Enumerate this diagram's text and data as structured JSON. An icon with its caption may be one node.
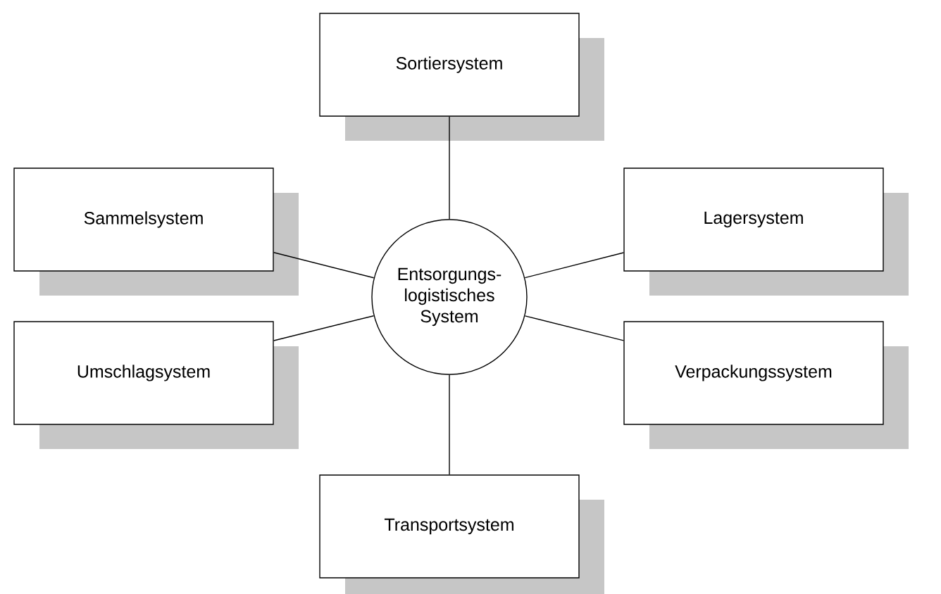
{
  "diagram": {
    "nodes": [
      {
        "text": [
          "Sortiersystem"
        ]
      },
      {
        "text": [
          "Sammelsystem"
        ]
      },
      {
        "text": [
          "Entsorgungs-logistisches System"
        ]
      },
      {
        "text": [
          "Lagersystem"
        ]
      },
      {
        "text": [
          "Umschlagsystem"
        ]
      },
      {
        "text": [
          "Verpackungssystem"
        ]
      },
      {
        "text": [
          "Transportsystem"
        ]
      }
    ],
    "edges": [
      {
        "from": 2,
        "to": 0,
        "arrow": "none"
      },
      {
        "from": 2,
        "to": 1,
        "arrow": "none"
      },
      {
        "from": 2,
        "to": 3,
        "arrow": "none"
      },
      {
        "from": 2,
        "to": 4,
        "arrow": "none"
      },
      {
        "from": 2,
        "to": 5,
        "arrow": "none"
      },
      {
        "from": 2,
        "to": 6,
        "arrow": "none"
      }
    ]
  }
}
